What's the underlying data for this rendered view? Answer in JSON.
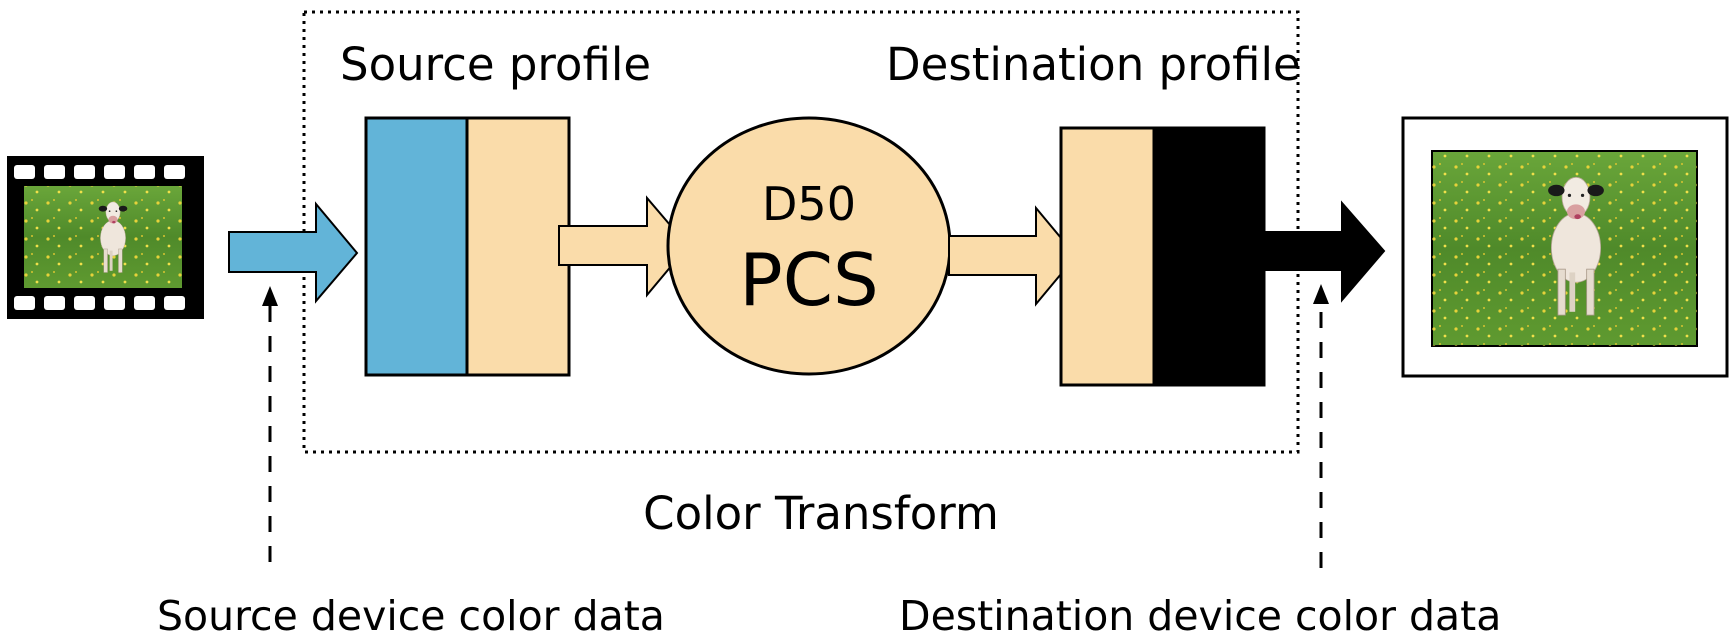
{
  "labels": {
    "source_profile": "Source profile",
    "destination_profile": "Destination profile",
    "pcs_top": "D50",
    "pcs_bottom": "PCS",
    "color_transform": "Color Transform",
    "source_device_color_data": "Source device color data",
    "destination_device_color_data": "Destination device color data"
  },
  "colors": {
    "source_device": "#62B4D8",
    "pcs": "#FADCAA",
    "destination_device": "#000000",
    "outline": "#000000",
    "grass": "#4F8A2A",
    "cow": "#EDE4DA"
  },
  "icons": {
    "source_image": "film-strip-icon",
    "destination_image": "framed-print-icon"
  }
}
